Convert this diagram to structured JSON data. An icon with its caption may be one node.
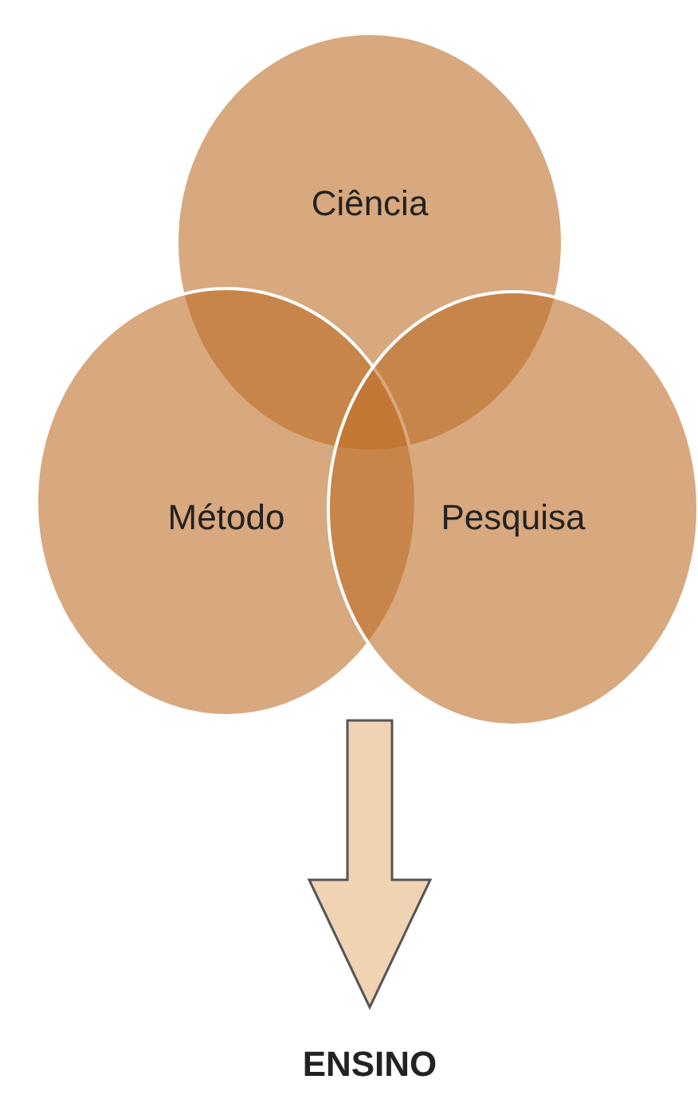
{
  "diagram": {
    "nodes": [
      {
        "text": [
          "Ciência"
        ]
      },
      {
        "text": [
          "Método"
        ]
      },
      {
        "text": [
          "Pesquisa"
        ]
      },
      {
        "text": [
          "ENSINO"
        ]
      }
    ],
    "edges": [
      {
        "from": null,
        "to": 3,
        "arrow": "to"
      }
    ]
  }
}
